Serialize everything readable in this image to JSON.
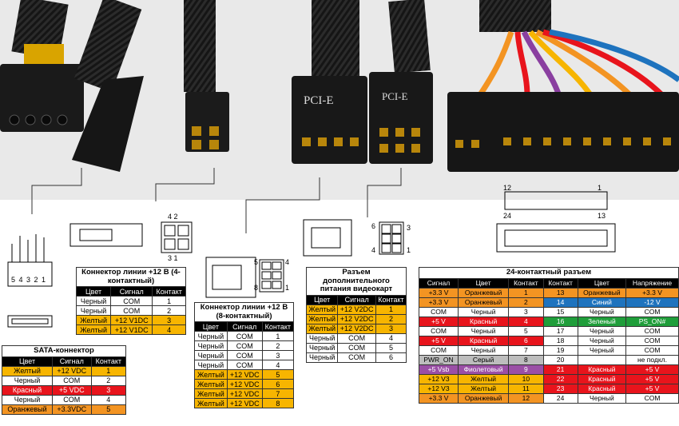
{
  "photo_labels": {
    "pcie_left": "PCI-E",
    "pcie_right": "PCI-E"
  },
  "diagram_labels": {
    "sata_pins": "5 4 3 2 1",
    "p4_top": "4  2",
    "p4_bottom": "3  1",
    "p8_left_top": "5",
    "p8_right_top": "4",
    "p8_left_bottom": "8",
    "p8_right_bottom": "1",
    "pcie6_left_top": "6",
    "pcie6_right_top": "3",
    "pcie6_left_bottom": "4",
    "pcie6_right_bottom": "1",
    "atx_top_left": "12",
    "atx_top_right": "1",
    "atx_bottom_left": "24",
    "atx_bottom_right": "13"
  },
  "tables": {
    "sata": {
      "title": "SATA-коннектор",
      "headers": [
        "Цвет",
        "Сигнал",
        "Контакт"
      ],
      "rows": [
        {
          "cells": [
            "Желтый",
            "+12 VDC",
            "1"
          ],
          "color": "yellow"
        },
        {
          "cells": [
            "Черный",
            "COM",
            "2"
          ],
          "color": "white"
        },
        {
          "cells": [
            "Красный",
            "+5 VDC",
            "3"
          ],
          "color": "red"
        },
        {
          "cells": [
            "Черный",
            "COM",
            "4"
          ],
          "color": "white"
        },
        {
          "cells": [
            "Оранжевый",
            "+3.3VDC",
            "5"
          ],
          "color": "orange"
        }
      ]
    },
    "p4": {
      "title": "Коннектор линии +12 В (4-контактный)",
      "headers": [
        "Цвет",
        "Сигнал",
        "Контакт"
      ],
      "rows": [
        {
          "cells": [
            "Черный",
            "COM",
            "1"
          ],
          "color": "white"
        },
        {
          "cells": [
            "Черный",
            "COM",
            "2"
          ],
          "color": "white"
        },
        {
          "cells": [
            "Желтый",
            "+12 V1DC",
            "3"
          ],
          "color": "yellow"
        },
        {
          "cells": [
            "Желтый",
            "+12 V1DC",
            "4"
          ],
          "color": "yellow"
        }
      ]
    },
    "p8": {
      "title": "Коннектор линии +12 В (8-контактный)",
      "headers": [
        "Цвет",
        "Сигнал",
        "Контакт"
      ],
      "rows": [
        {
          "cells": [
            "Черный",
            "COM",
            "1"
          ],
          "color": "white"
        },
        {
          "cells": [
            "Черный",
            "COM",
            "2"
          ],
          "color": "white"
        },
        {
          "cells": [
            "Черный",
            "COM",
            "3"
          ],
          "color": "white"
        },
        {
          "cells": [
            "Черный",
            "COM",
            "4"
          ],
          "color": "white"
        },
        {
          "cells": [
            "Желтый",
            "+12 VDC",
            "5"
          ],
          "color": "yellow"
        },
        {
          "cells": [
            "Желтый",
            "+12 VDC",
            "6"
          ],
          "color": "yellow"
        },
        {
          "cells": [
            "Желтый",
            "+12 VDC",
            "7"
          ],
          "color": "yellow"
        },
        {
          "cells": [
            "Желтый",
            "+12 VDC",
            "8"
          ],
          "color": "yellow"
        }
      ]
    },
    "pcie": {
      "title": "Разъем дополнительного питания видеокарт",
      "headers": [
        "Цвет",
        "Сигнал",
        "Контакт"
      ],
      "rows": [
        {
          "cells": [
            "Желтый",
            "+12 V2DC",
            "1"
          ],
          "color": "yellow"
        },
        {
          "cells": [
            "Желтый",
            "+12 V2DC",
            "2"
          ],
          "color": "yellow"
        },
        {
          "cells": [
            "Желтый",
            "+12 V2DC",
            "3"
          ],
          "color": "yellow"
        },
        {
          "cells": [
            "Черный",
            "COM",
            "4"
          ],
          "color": "white"
        },
        {
          "cells": [
            "Черный",
            "COM",
            "5"
          ],
          "color": "white"
        },
        {
          "cells": [
            "Черный",
            "COM",
            "6"
          ],
          "color": "white"
        }
      ]
    },
    "atx24": {
      "title": "24-контактный разъем",
      "headers": [
        "Сигнал",
        "Цвет",
        "Контакт",
        "Контакт",
        "Цвет",
        "Напряжение"
      ],
      "rows": [
        {
          "cells": [
            "+3.3 V",
            "Оранжевый",
            "1",
            "13",
            "Оранжевый",
            "+3.3 V"
          ],
          "left": "orange",
          "right": "orange"
        },
        {
          "cells": [
            "+3.3 V",
            "Оранжевый",
            "2",
            "14",
            "Синий",
            "-12 V"
          ],
          "left": "orange",
          "right": "blue"
        },
        {
          "cells": [
            "COM",
            "Черный",
            "3",
            "15",
            "Черный",
            "COM"
          ],
          "left": "black",
          "right": "black"
        },
        {
          "cells": [
            "+5 V",
            "Красный",
            "4",
            "16",
            "Зеленый",
            "PS_ON#"
          ],
          "left": "red",
          "right": "green"
        },
        {
          "cells": [
            "COM",
            "Черный",
            "5",
            "17",
            "Черный",
            "COM"
          ],
          "left": "black",
          "right": "black"
        },
        {
          "cells": [
            "+5 V",
            "Красный",
            "6",
            "18",
            "Черный",
            "COM"
          ],
          "left": "red",
          "right": "black"
        },
        {
          "cells": [
            "COM",
            "Черный",
            "7",
            "19",
            "Черный",
            "COM"
          ],
          "left": "black",
          "right": "black"
        },
        {
          "cells": [
            "PWR_ON",
            "Серый",
            "8",
            "20",
            "",
            "не подкл."
          ],
          "left": "gray",
          "right": "black"
        },
        {
          "cells": [
            "+5 Vsb",
            "Фиолетовый",
            "9",
            "21",
            "Красный",
            "+5 V"
          ],
          "left": "purple",
          "right": "red"
        },
        {
          "cells": [
            "+12 V3",
            "Желтый",
            "10",
            "22",
            "Красный",
            "+5 V"
          ],
          "left": "yellow",
          "right": "red"
        },
        {
          "cells": [
            "+12 V3",
            "Желтый",
            "11",
            "23",
            "Красный",
            "+5 V"
          ],
          "left": "yellow",
          "right": "red"
        },
        {
          "cells": [
            "+3.3 V",
            "Оранжевый",
            "12",
            "24",
            "Черный",
            "COM"
          ],
          "left": "orange",
          "right": "black"
        }
      ]
    }
  }
}
